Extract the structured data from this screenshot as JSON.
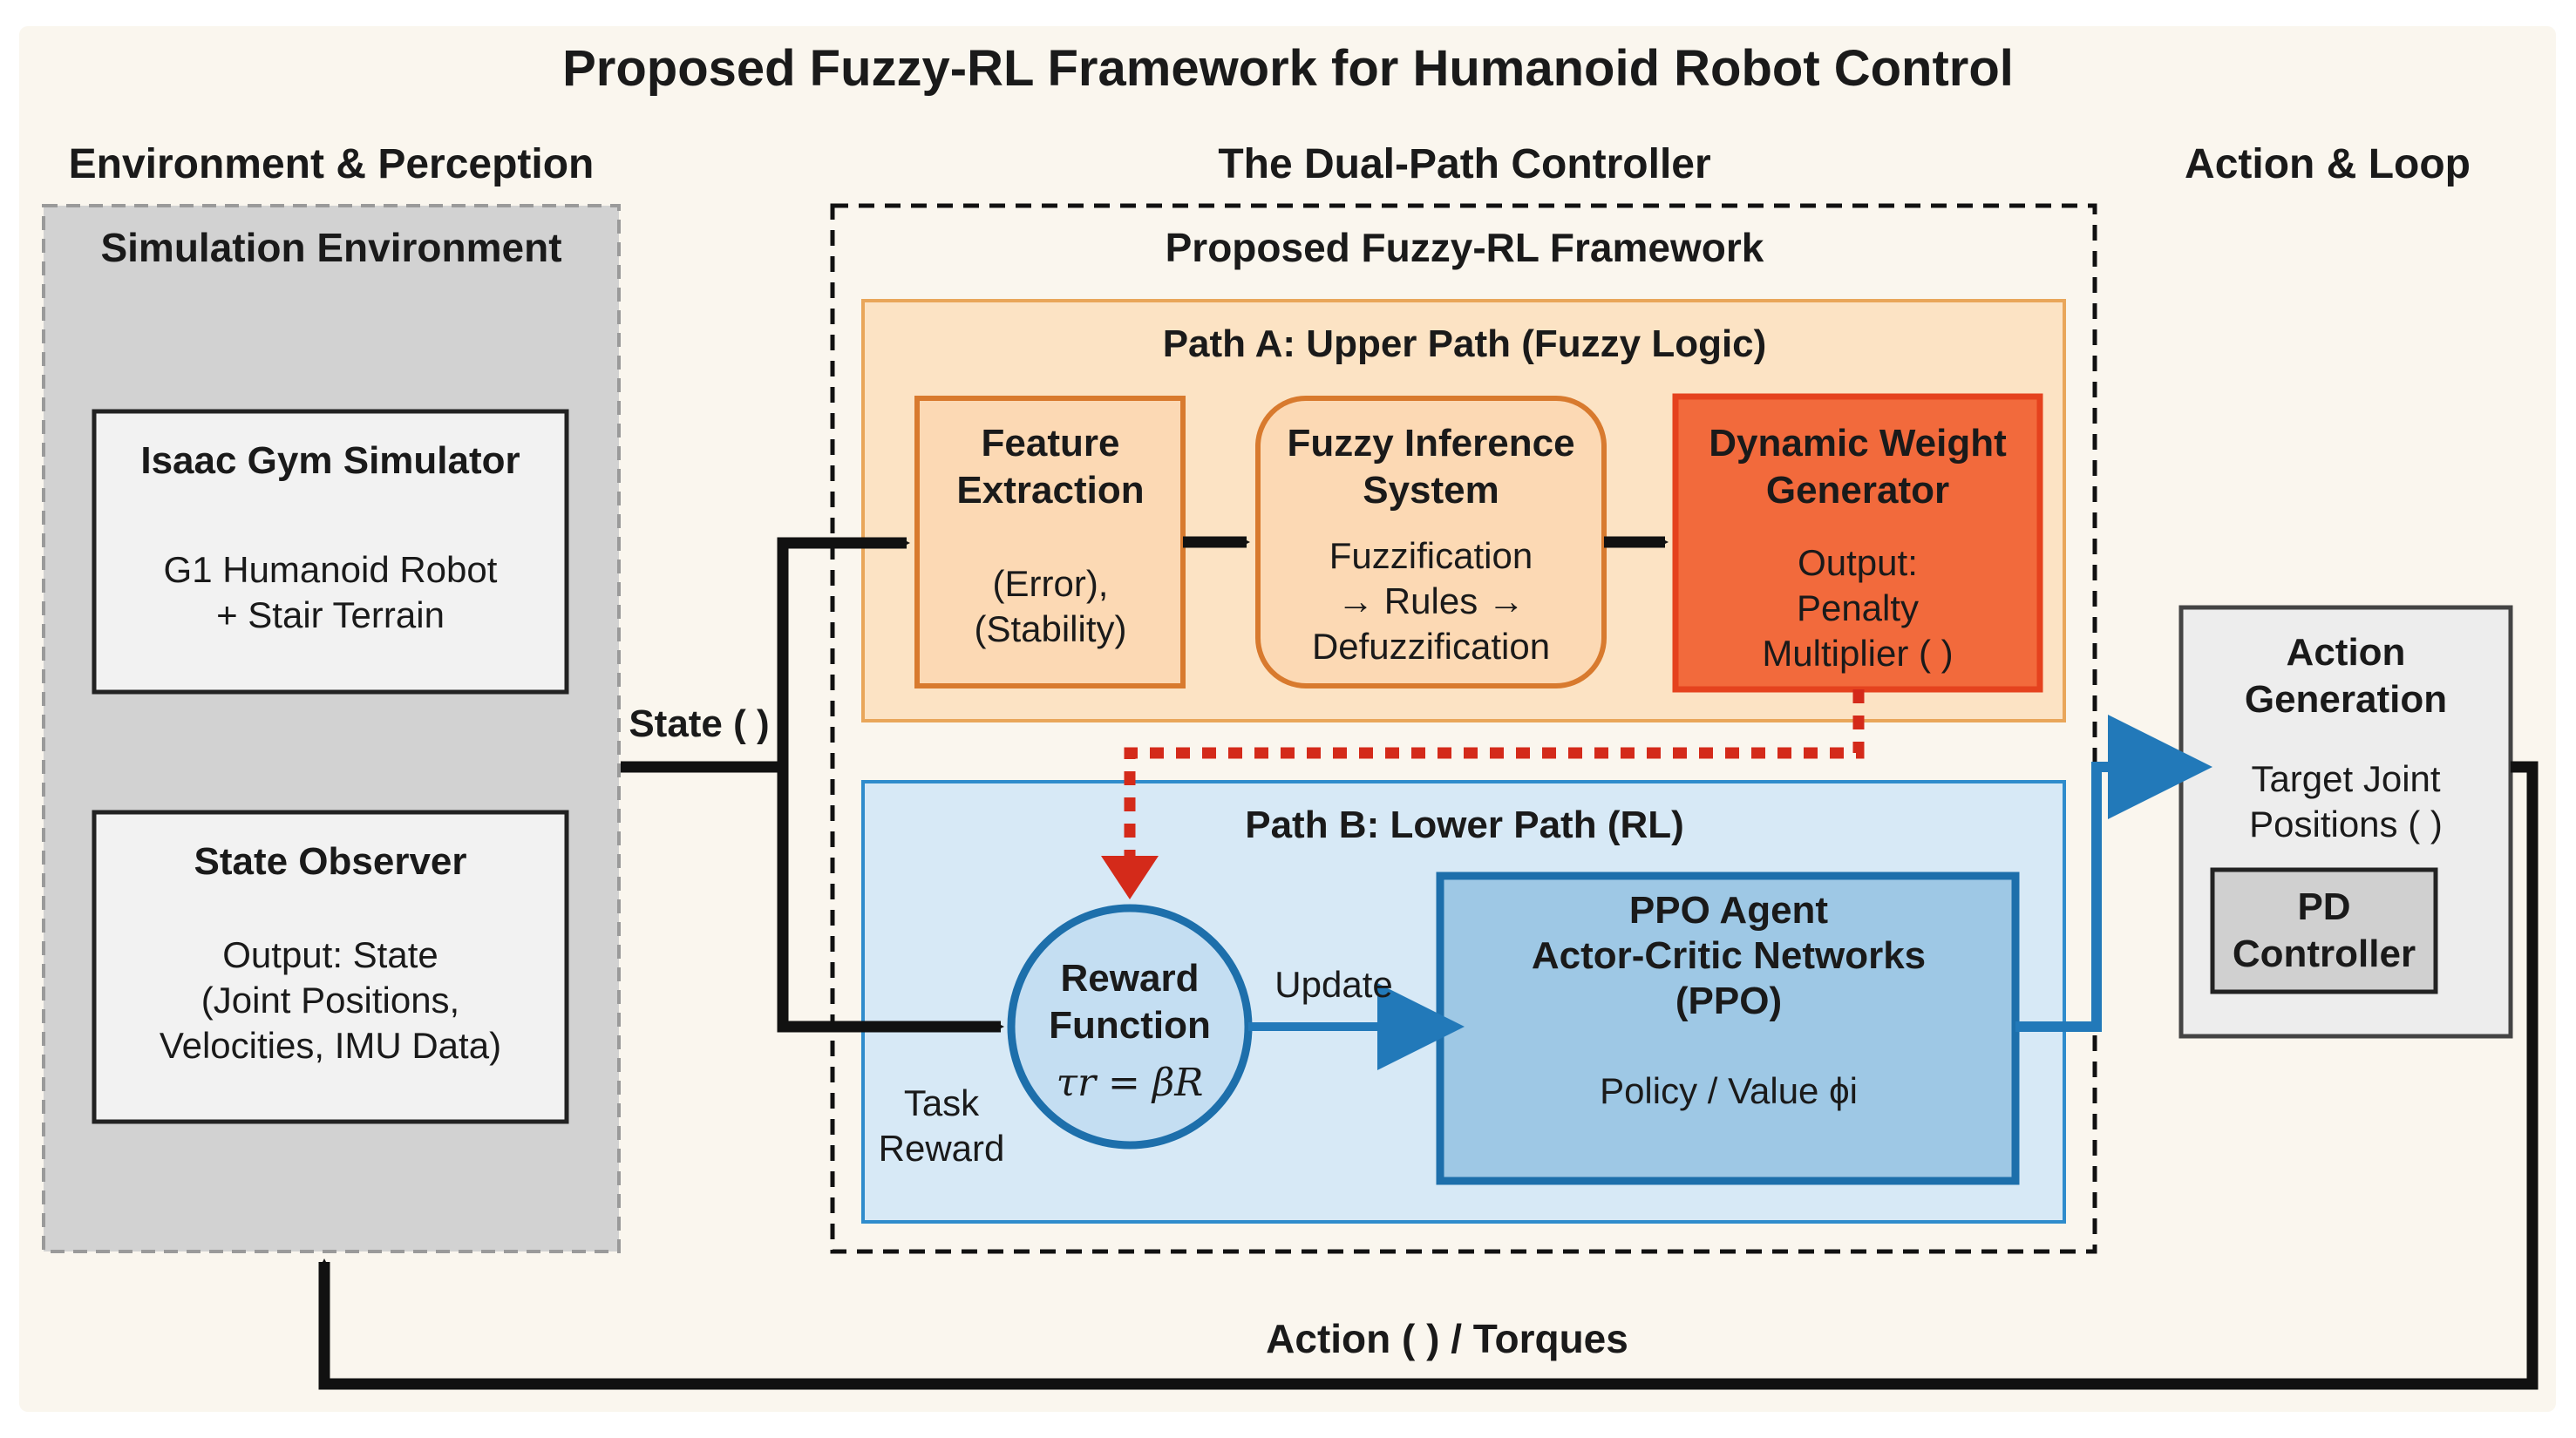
{
  "title": "Proposed Fuzzy-RL Framework for Humanoid Robot Control",
  "columns": {
    "left": "Environment & Perception",
    "center": "The Dual-Path Controller",
    "right": "Action & Loop"
  },
  "environment": {
    "title": "Simulation Environment",
    "simulator": {
      "title": "Isaac Gym Simulator",
      "line1": "G1 Humanoid Robot",
      "line2": "+ Stair Terrain"
    },
    "observer": {
      "title": "State Observer",
      "line1": "Output: State",
      "line2": "(Joint Positions,",
      "line3": "Velocities, IMU Data)"
    }
  },
  "framework": {
    "title": "Proposed Fuzzy-RL Framework",
    "path_a": {
      "title": "Path A: Upper Path (Fuzzy Logic)",
      "feature": {
        "title1": "Feature",
        "title2": "Extraction",
        "line1": "(Error),",
        "line2": "(Stability)"
      },
      "fis": {
        "title1": "Fuzzy Inference",
        "title2": "System",
        "line1": "Fuzzification",
        "line2": "→ Rules →",
        "line3": "Defuzzification"
      },
      "dwg": {
        "title1": "Dynamic Weight",
        "title2": "Generator",
        "line1": "Output:",
        "line2": "Penalty",
        "line3": "Multiplier ( )"
      }
    },
    "path_b": {
      "title": "Path B: Lower Path (RL)",
      "reward": {
        "title1": "Reward",
        "title2": "Function",
        "formula": "τr = βR"
      },
      "update_label": "Update",
      "ppo": {
        "title1": "PPO Agent",
        "title2": "Actor-Critic Networks",
        "title3": "(PPO)",
        "line1": "Policy / Value ϕi"
      },
      "task_reward1": "Task",
      "task_reward2": "Reward"
    }
  },
  "action": {
    "title1": "Action",
    "title2": "Generation",
    "line1": "Target Joint",
    "line2": "Positions ( )",
    "pd1": "PD",
    "pd2": "Controller"
  },
  "state_label": "State ( )",
  "action_label": "Action ( ) / Torques",
  "colors": {
    "orange_panel": "#fce3c4",
    "orange_border": "#e9a65a",
    "red_box": "#f26a3c",
    "blue_panel": "#d7e9f6",
    "blue_stroke": "#2279b9",
    "gray_panel": "#d3d3d3"
  }
}
